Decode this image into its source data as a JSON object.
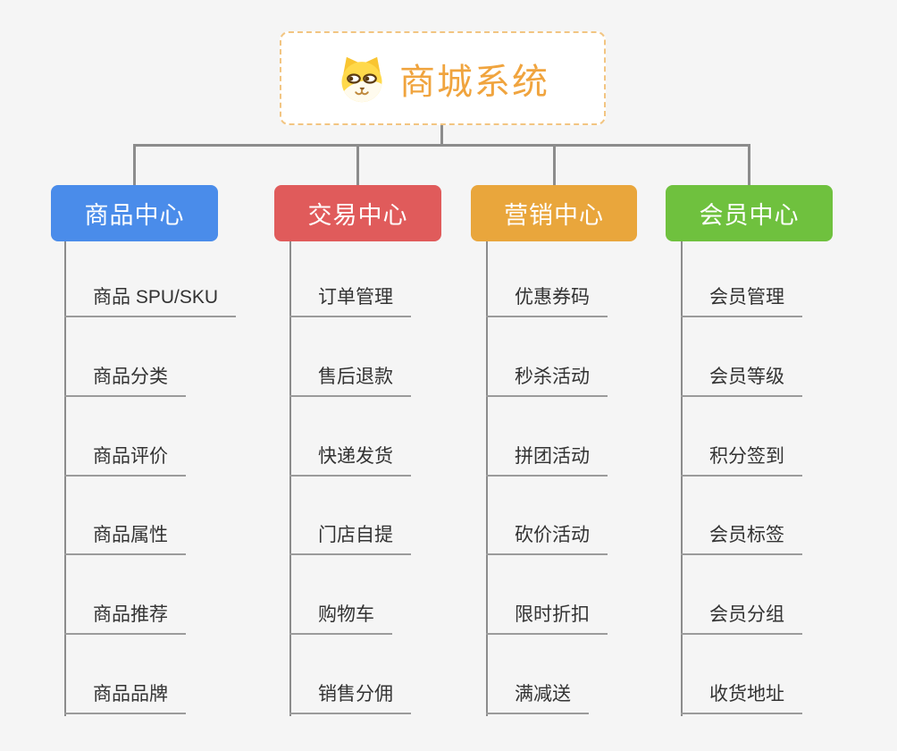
{
  "root": {
    "title": "商城系统",
    "icon": "dog-face-icon"
  },
  "branches": [
    {
      "label": "商品中心",
      "color": "#4A8CEA",
      "items": [
        "商品 SPU/SKU",
        "商品分类",
        "商品评价",
        "商品属性",
        "商品推荐",
        "商品品牌"
      ]
    },
    {
      "label": "交易中心",
      "color": "#E05B5B",
      "items": [
        "订单管理",
        "售后退款",
        "快递发货",
        "门店自提",
        "购物车",
        "销售分佣"
      ]
    },
    {
      "label": "营销中心",
      "color": "#E9A63C",
      "items": [
        "优惠券码",
        "秒杀活动",
        "拼团活动",
        "砍价活动",
        "限时折扣",
        "满减送"
      ]
    },
    {
      "label": "会员中心",
      "color": "#6FC13E",
      "items": [
        "会员管理",
        "会员等级",
        "积分签到",
        "会员标签",
        "会员分组",
        "收货地址"
      ]
    }
  ],
  "colors": {
    "background": "#F5F5F5",
    "connector": "#8C8C8C",
    "underline": "#9B9B9B",
    "root_accent": "#F0A43E",
    "root_border": "#F2C582",
    "item_text": "#333333"
  }
}
